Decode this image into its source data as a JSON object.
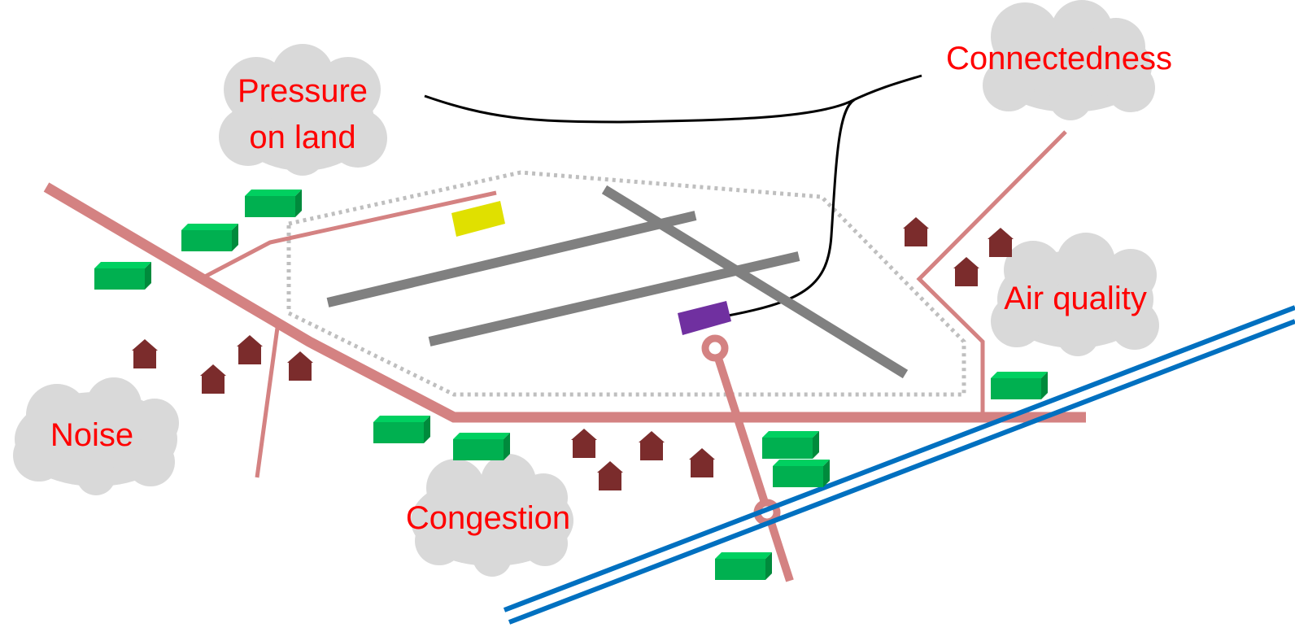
{
  "clouds": {
    "pressure_on_land": {
      "line1": "Pressure",
      "line2": "on land"
    },
    "connectedness": "Connectedness",
    "air_quality": "Air quality",
    "noise": "Noise",
    "congestion": "Congestion"
  },
  "colors": {
    "cloud_fill": "#d9d9d9",
    "label_text": "#ff0000",
    "road": "#d48282",
    "runway": "#808080",
    "airport_boundary": "#bfbfbf",
    "rail_line": "#000000",
    "railway": "#0070c0",
    "commercial_building": "#00b050",
    "house": "#7b2c2c",
    "terminal": "#7030a0",
    "yellow_building": "#e0e000"
  }
}
